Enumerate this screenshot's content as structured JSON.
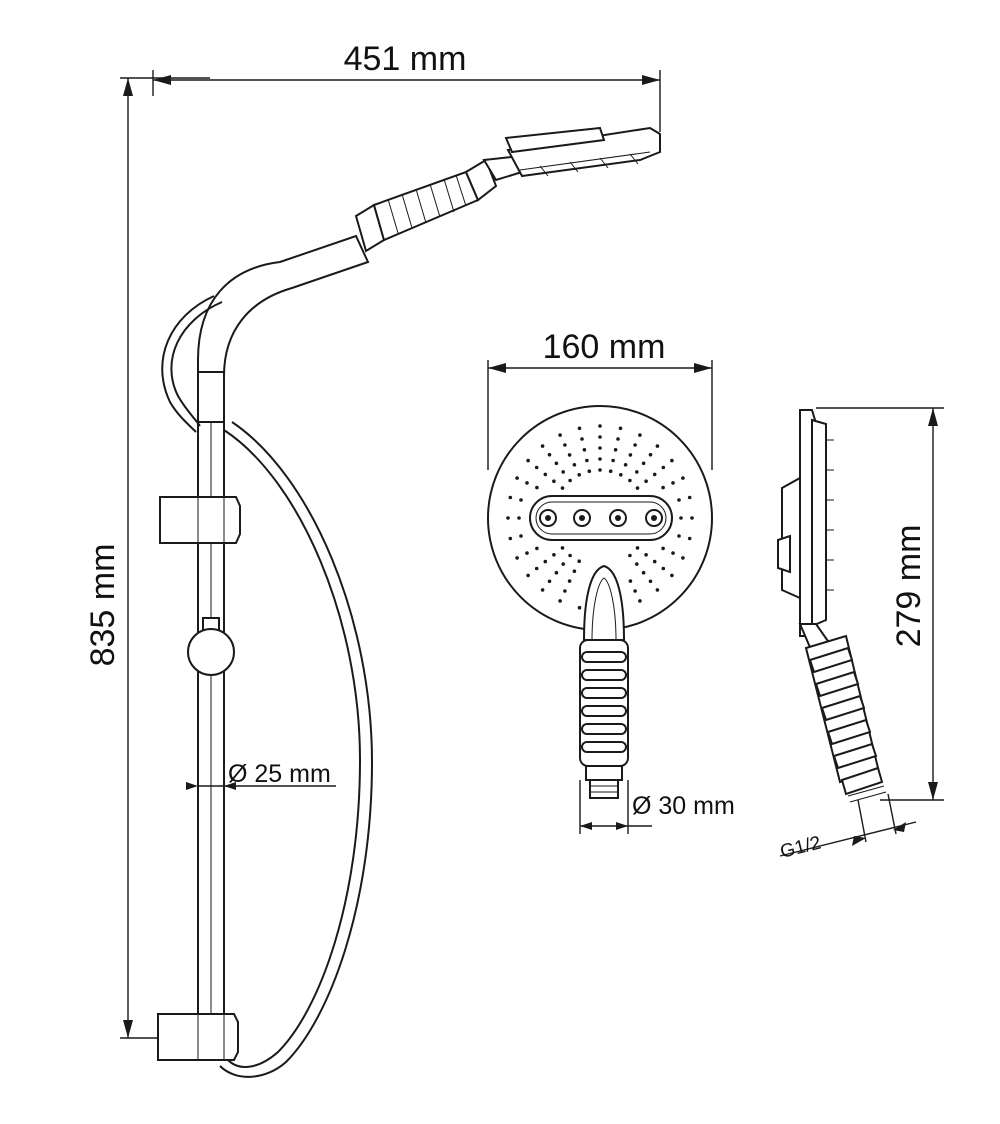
{
  "dimensions": {
    "width_total": "451 mm",
    "height_total": "835 mm",
    "rail_diameter": "Ø 25 mm",
    "head_diameter": "160 mm",
    "handle_diameter": "Ø 30 mm",
    "handshower_length": "279 mm",
    "thread": "G1/2"
  },
  "colors": {
    "line": "#1a1a1a",
    "background": "#ffffff"
  }
}
